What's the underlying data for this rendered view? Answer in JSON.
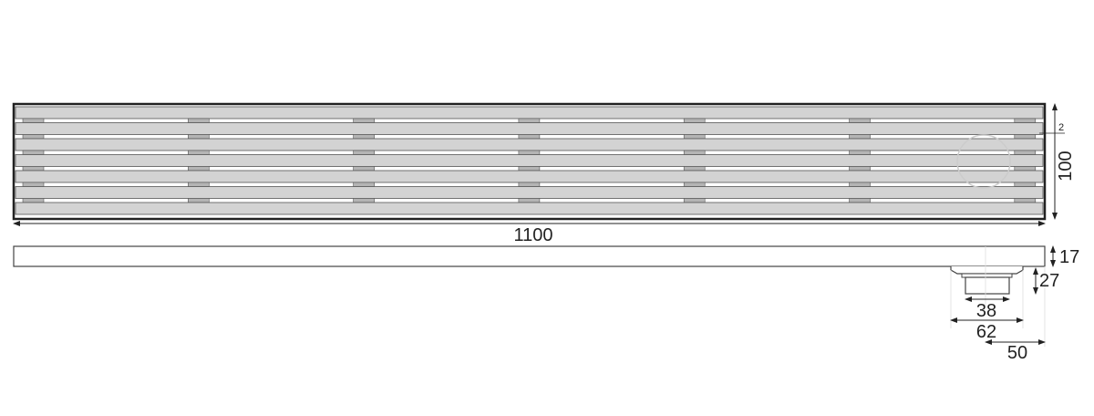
{
  "dimensions": {
    "length": "1100",
    "width": "100",
    "gap": "2",
    "height": "17",
    "outlet_height": "27",
    "outlet_diameter": "38",
    "flange_diameter": "62",
    "outlet_offset": "50"
  },
  "grate": {
    "bars": 7,
    "spacer_columns": 7
  },
  "colors": {
    "bar": "#d3d3d3",
    "spacer": "#b4b4b4",
    "line": "#333333"
  }
}
